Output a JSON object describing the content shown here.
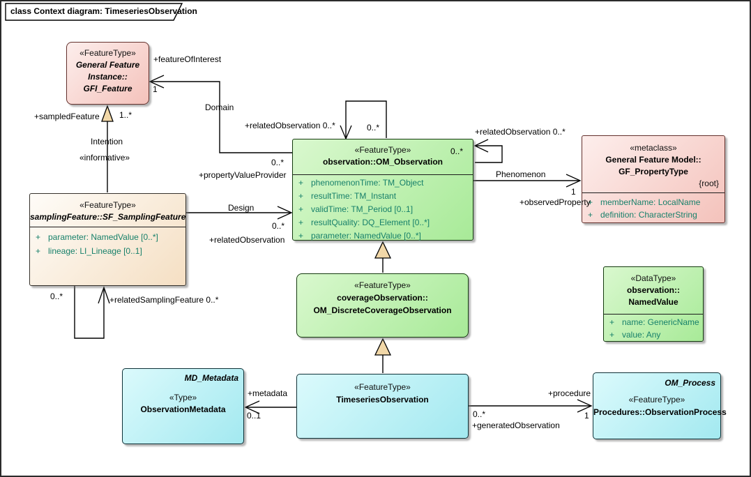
{
  "frame": {
    "title": "class Context diagram: TimeseriesObservation"
  },
  "classes": {
    "gfi_feature": {
      "stereotype": "«FeatureType»",
      "name_line1": "General Feature",
      "name_line2": "Instance::",
      "name_line3": "GFI_Feature"
    },
    "om_observation": {
      "stereotype": "«FeatureType»",
      "name": "observation::OM_Observation",
      "attributes": [
        {
          "vis": "+",
          "text": "phenomenonTime: TM_Object"
        },
        {
          "vis": "+",
          "text": "resultTime: TM_Instant"
        },
        {
          "vis": "+",
          "text": "validTime: TM_Period [0..1]"
        },
        {
          "vis": "+",
          "text": "resultQuality: DQ_Element [0..*]"
        },
        {
          "vis": "+",
          "text": "parameter: NamedValue [0..*]"
        }
      ]
    },
    "gf_propertytype": {
      "stereotype": "«metaclass»",
      "name_line1": "General Feature Model::",
      "name_line2": "GF_PropertyType",
      "constraint": "{root}",
      "attributes": [
        {
          "vis": "+",
          "text": "memberName: LocalName"
        },
        {
          "vis": "+",
          "text": "definition: CharacterString"
        }
      ]
    },
    "sf_samplingfeature": {
      "stereotype": "«FeatureType»",
      "name": "samplingFeature::SF_SamplingFeature",
      "attributes": [
        {
          "vis": "+",
          "text": "parameter: NamedValue [0..*]"
        },
        {
          "vis": "+",
          "text": "lineage: LI_Lineage [0..1]"
        }
      ]
    },
    "om_discretecoverageobservation": {
      "stereotype": "«FeatureType»",
      "name_line1": "coverageObservation::",
      "name_line2": "OM_DiscreteCoverageObservation"
    },
    "namedvalue": {
      "stereotype": "«DataType»",
      "name_line1": "observation::",
      "name_line2": "NamedValue",
      "attributes": [
        {
          "vis": "+",
          "text": "name: GenericName"
        },
        {
          "vis": "+",
          "text": "value: Any"
        }
      ]
    },
    "observationmetadata": {
      "corner": "MD_Metadata",
      "stereotype": "«Type»",
      "name": "ObservationMetadata"
    },
    "timeseriesobservation": {
      "stereotype": "«FeatureType»",
      "name": "TimeseriesObservation"
    },
    "observationprocess": {
      "corner": "OM_Process",
      "stereotype": "«FeatureType»",
      "name": "Procedures::ObservationProcess"
    }
  },
  "connector_labels": {
    "feature_of_interest_role": "+featureOfInterest",
    "feature_of_interest_mult": "1",
    "domain_name": "Domain",
    "property_value_provider_mult": "0..*",
    "property_value_provider_role": "+propertyValueProvider",
    "related_observation_top_role": "+relatedObservation 0..*",
    "related_observation_top_mult": "0..*",
    "related_observation_right_role": "+relatedObservation 0..*",
    "related_observation_right_mult": "0..*",
    "phenomenon_name": "Phenomenon",
    "phenomenon_mult": "1",
    "observed_property_role": "+observedProperty",
    "design_name": "Design",
    "design_mult": "0..*",
    "design_role": "+relatedObservation",
    "sampled_feature_role": "+sampledFeature",
    "sampled_feature_mult": "1..*",
    "intention_name": "Intention",
    "intention_stereotype": "«informative»",
    "related_sampling_feature_mult": "0..*",
    "related_sampling_feature_role": "+relatedSamplingFeature 0..*",
    "metadata_role": "+metadata",
    "metadata_mult": "0..1",
    "generated_observation_mult": "0..*",
    "generated_observation_role": "+generatedObservation",
    "procedure_role": "+procedure",
    "procedure_mult": "1"
  },
  "colors": {
    "pink_fill_light": "#fdeeec",
    "pink_fill_dark": "#f4c2bb",
    "green_fill_light": "#d9f8ce",
    "green_fill_dark": "#a8ea98",
    "cyan_fill_light": "#dbfafc",
    "cyan_fill_dark": "#a3e9f0",
    "beige_fill_light": "#fefcf8",
    "beige_fill_dark": "#f5dfc3",
    "attribute_text": "#17806a",
    "connector_line": "#000000",
    "generalization_triangle_fill": "#f2d8a8"
  }
}
